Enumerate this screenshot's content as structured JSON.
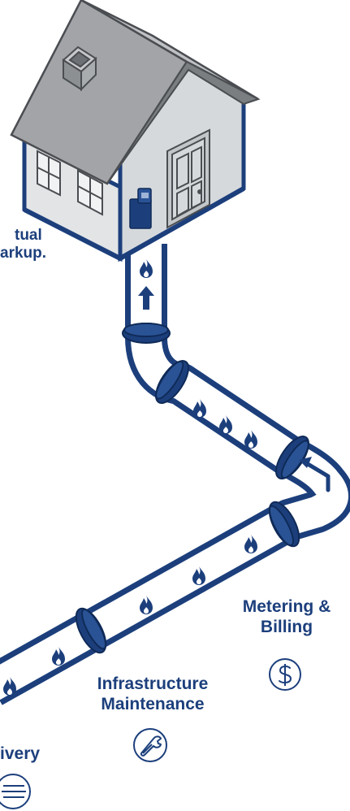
{
  "colors": {
    "navy": "#1c3f7c",
    "roof": "#a2a4a7",
    "roof_dark": "#7b7e81",
    "wall": "#e2e4e6",
    "wall_shade": "#c9cccf",
    "outline": "#4a4d51",
    "pipe_fill": "#ffffff"
  },
  "labels": {
    "cut_left_line1": "tual",
    "cut_left_line2": "arkup.",
    "metering_line1": "Metering &",
    "metering_line2": "Billing",
    "infra_line1": "Infrastructure",
    "infra_line2": "Maintenance",
    "delivery": "ivery"
  },
  "icons": {
    "metering": "dollar-icon",
    "infrastructure": "wrench-icon",
    "delivery": "bars-icon",
    "flow": "flame-icon",
    "direction": "arrow-icon",
    "meter": "gas-meter-icon"
  }
}
